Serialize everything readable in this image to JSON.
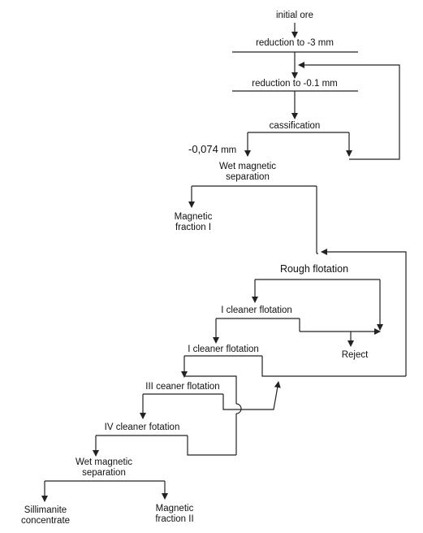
{
  "flowsheet": {
    "initial_ore": "initial ore",
    "reduction_3mm": "reduction to -3 mm",
    "reduction_01mm": "reduction to -0.1 mm",
    "classification": "cassification",
    "size_fraction_value": "-0,074",
    "size_fraction_unit": "mm",
    "wet_magnetic_1": "Wet magnetic\nseparation",
    "magnetic_fraction_1": "Magnetic\nfraction I",
    "rough_flotation": "Rough flotation",
    "cleaner_1a": "I cleaner flotation",
    "cleaner_1b": "I cleaner flotation",
    "reject": "Reject",
    "cleaner_3": "III ceaner flotation",
    "cleaner_4": "IV cleaner fotation",
    "wet_magnetic_2": "Wet magnetic\nseparation",
    "sillimanite_concentrate": "Sillimanite\nconcentrate",
    "magnetic_fraction_2": "Magnetic\nfraction II"
  },
  "colors": {
    "line": "#222222",
    "text": "#111111"
  }
}
